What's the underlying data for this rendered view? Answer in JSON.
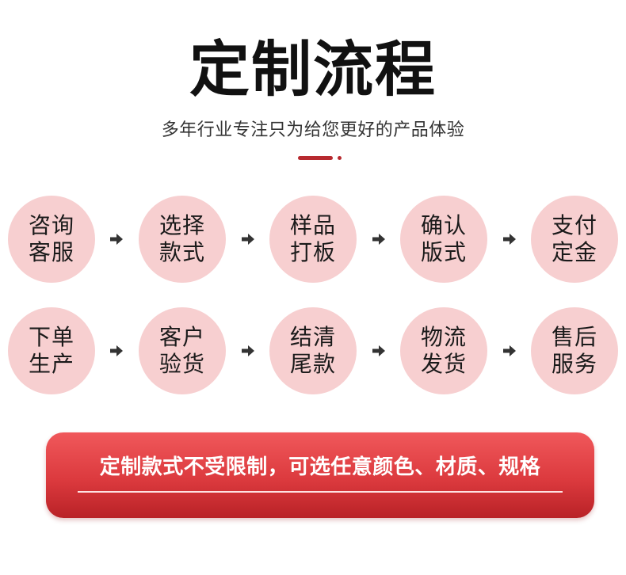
{
  "title": "定制流程",
  "subtitle": "多年行业专注只为给您更好的产品体验",
  "colors": {
    "accent": "#b72a2f",
    "circle": "#f7cfd0",
    "banner_top": "#f0585b",
    "banner_bottom": "#b92227",
    "arrow": "#333333"
  },
  "steps": {
    "row1": [
      {
        "label": "咨询客服"
      },
      {
        "label": "选择款式"
      },
      {
        "label": "样品打板"
      },
      {
        "label": "确认版式"
      },
      {
        "label": "支付定金"
      }
    ],
    "row2": [
      {
        "label": "下单生产"
      },
      {
        "label": "客户验货"
      },
      {
        "label": "结清尾款"
      },
      {
        "label": "物流发货"
      },
      {
        "label": "售后服务"
      }
    ]
  },
  "banner": {
    "text": "定制款式不受限制，可选任意颜色、材质、规格"
  },
  "icons": {
    "arrow": "arrow-right-icon"
  }
}
